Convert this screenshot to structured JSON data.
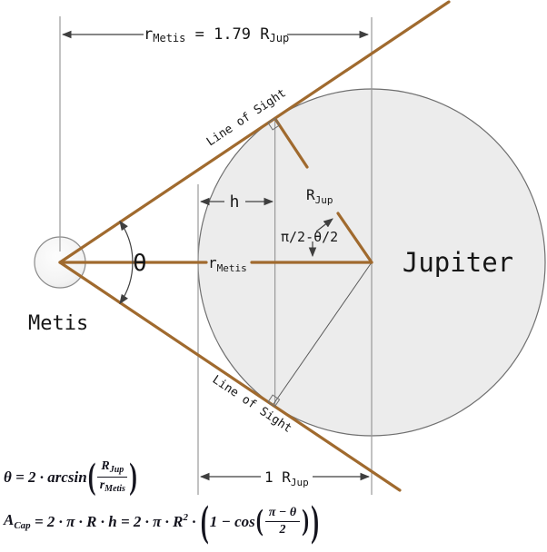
{
  "colors": {
    "brown_line": "#A06A2E",
    "gray_line": "#9a9a9a",
    "thin_radius_line": "#5a5a5a",
    "dim_line": "#3f3f3f",
    "jupiter_fill": "#ECECEC",
    "circle_stroke": "#6f6f6f",
    "text": "#161616"
  },
  "labels": {
    "jupiter": "Jupiter",
    "metis": "Metis",
    "theta": "θ",
    "h": "h",
    "half_angle": "π/2-θ/2",
    "line_of_sight_upper": "Line of Sight",
    "line_of_sight_lower": "Line of Sight",
    "r_metis_axis": {
      "main": "r",
      "sub": "Metis"
    },
    "r_jup_radius": {
      "main": "R",
      "sub": "Jup"
    },
    "dim_top": {
      "p1": "r",
      "s1": "Metis",
      "p2": " = 1.79 R",
      "s2": "Jup"
    },
    "dim_bottom": {
      "p1": "1 R",
      "s1": "Jup"
    }
  },
  "formulas": {
    "f1": {
      "lead": "θ = 2 · arcsin",
      "num": "R",
      "num_sub": "Jup",
      "den": "r",
      "den_sub": "Metis"
    },
    "f2": {
      "lhs": "A",
      "lhs_sub": "Cap",
      "mid": " = 2 · π · R · h = 2 · π · R",
      "sup": "2",
      "dot": " · ",
      "cos_lead": "1 − cos",
      "num": "π − θ",
      "den": "2"
    }
  }
}
